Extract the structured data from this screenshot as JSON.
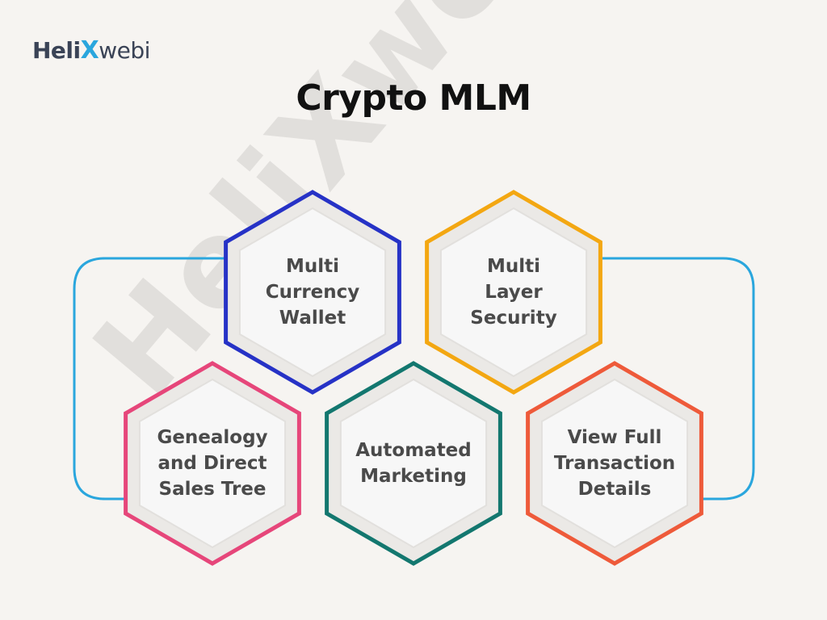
{
  "brand": {
    "logo_part1": "Heli",
    "logo_part2": "X",
    "logo_part3": "webi",
    "watermark_text": "HeliXwebi"
  },
  "title": "Crypto MLM",
  "colors": {
    "connector": "#2aa6dd",
    "hex_fill_outer": "#ebe9e6",
    "hex_fill_inner": "#f7f7f7"
  },
  "features": [
    {
      "label_lines": [
        "Multi",
        "Currency",
        "Wallet"
      ],
      "color": "#2632c6"
    },
    {
      "label_lines": [
        "Multi",
        "Layer",
        "Security"
      ],
      "color": "#f3a712"
    },
    {
      "label_lines": [
        "Genealogy",
        "and Direct",
        "Sales Tree"
      ],
      "color": "#e6467a"
    },
    {
      "label_lines": [
        "Automated",
        "Marketing"
      ],
      "color": "#13776f"
    },
    {
      "label_lines": [
        "View Full",
        "Transaction",
        "Details"
      ],
      "color": "#ee5a3a"
    }
  ]
}
